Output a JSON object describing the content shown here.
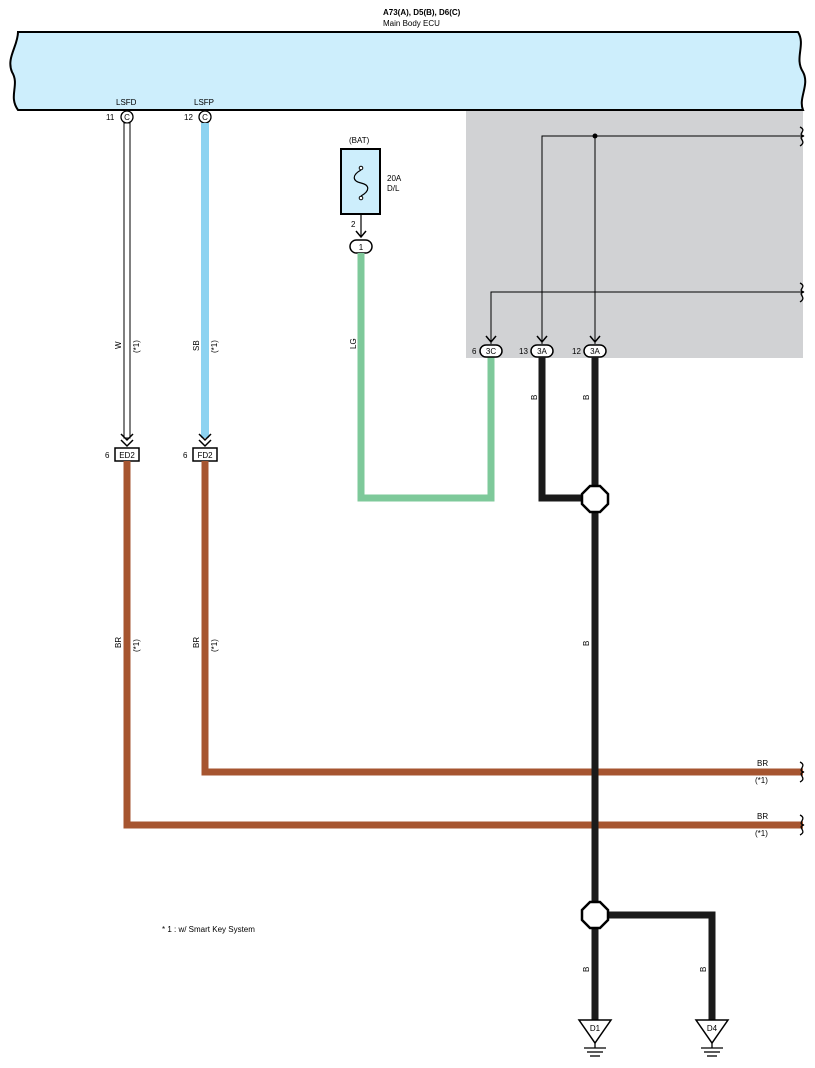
{
  "ecu": {
    "connectors": "A73(A), D5(B), D6(C)",
    "name": "Main Body ECU"
  },
  "pins": {
    "lsfd": {
      "name": "LSFD",
      "num": "11",
      "conn": "C"
    },
    "lsfp": {
      "name": "LSFP",
      "num": "12",
      "conn": "C"
    },
    "c3c": {
      "num": "6",
      "conn": "3C"
    },
    "c3a13": {
      "num": "13",
      "conn": "3A"
    },
    "c3a12": {
      "num": "12",
      "conn": "3A"
    },
    "ed2": {
      "num": "6",
      "conn": "ED2"
    },
    "fd2": {
      "num": "6",
      "conn": "FD2"
    },
    "fuse_pin": "2",
    "fuse_conn": "1"
  },
  "fuse": {
    "source": "(BAT)",
    "rating": "20A",
    "name": "D/L"
  },
  "wires": {
    "w": "W",
    "sb": "SB",
    "lg": "LG",
    "br": "BR",
    "b": "B",
    "note_ref": "(*1)"
  },
  "grounds": {
    "d1": "D1",
    "d4": "D4"
  },
  "footnote": "* 1 : w/ Smart Key System",
  "colors": {
    "ecu_fill": "#cdeefc",
    "shade": "#d1d2d4",
    "sb": "#8dd3f1",
    "lg": "#7ec99a",
    "br": "#a65530",
    "b": "#1a1a1a"
  }
}
